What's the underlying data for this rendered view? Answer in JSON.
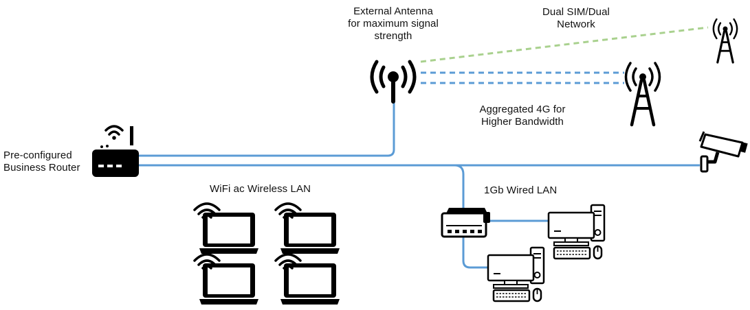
{
  "labels": {
    "external_antenna": [
      "External Antenna",
      "for maximum  signal",
      "strength"
    ],
    "dual_sim": [
      "Dual  SIM/Dual",
      "Network"
    ],
    "aggregated_4g": [
      "Aggregated 4G for",
      "Higher Bandwidth"
    ],
    "router": [
      "Pre-configured",
      "Business Router"
    ],
    "wifi_lan": "WiFi ac Wireless LAN",
    "wired_lan": "1Gb Wired LAN"
  },
  "colors": {
    "cable": "#5b9bd5",
    "aggregated_link": "#5b9bd5",
    "dual_sim_link": "#a9d18e",
    "device": "#000000",
    "background": "#ffffff"
  },
  "icons": {
    "antenna": "antenna-icon",
    "cell_tower": "cell-tower-icon",
    "router": "router-icon",
    "laptop": "laptop-icon",
    "switch": "network-switch-icon",
    "desktop": "desktop-pc-icon",
    "camera": "security-camera-icon"
  }
}
